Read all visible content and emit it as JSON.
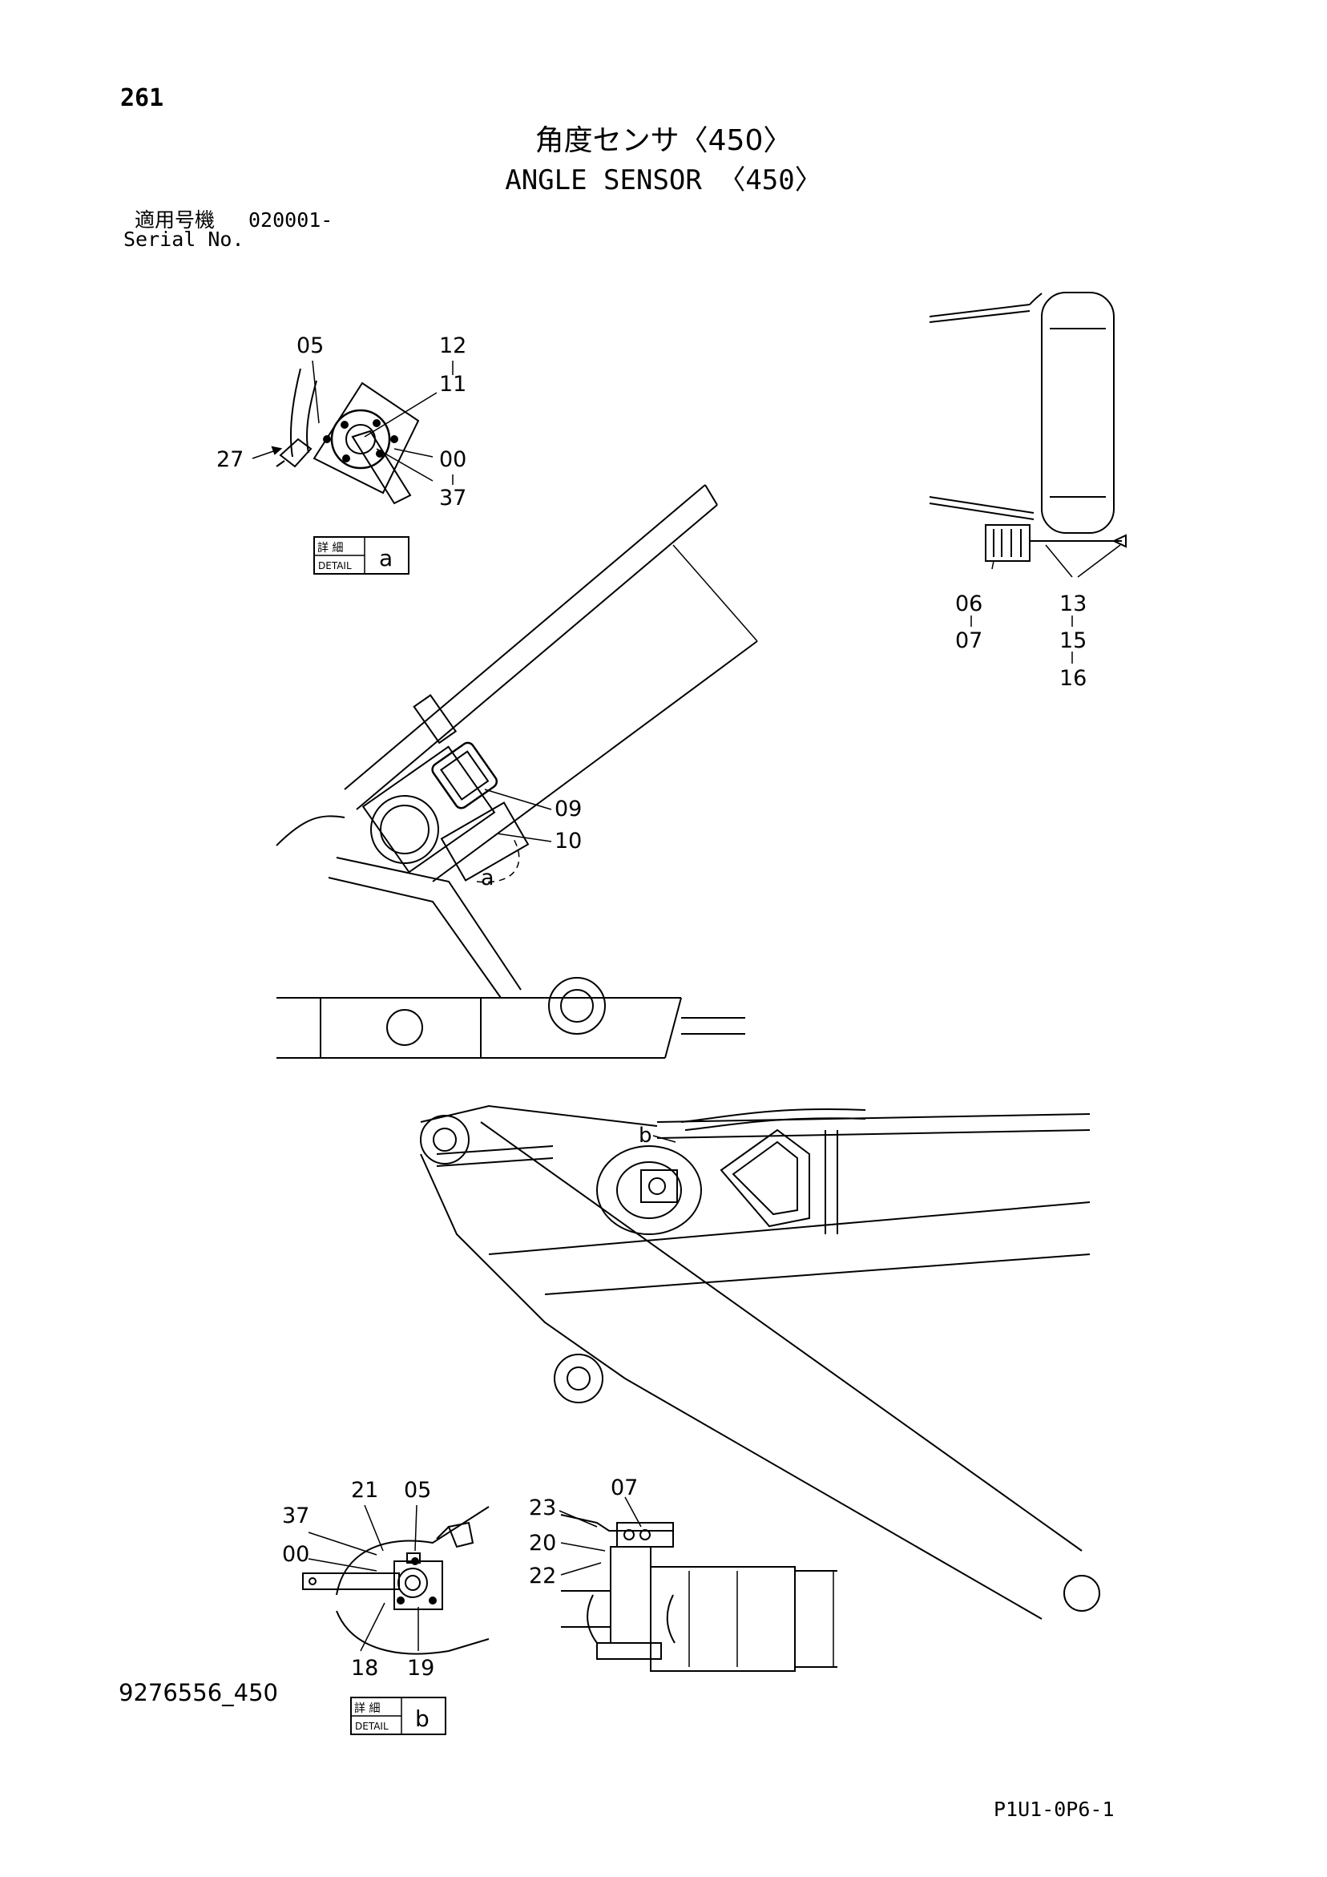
{
  "header": {
    "page_number": "261",
    "title_jp": "角度センサ〈450〉",
    "title_en": "ANGLE SENSOR 〈450〉",
    "serial_label_jp": "適用号機",
    "serial_value": "020001-",
    "serial_label_en": "Serial No."
  },
  "detail_a": {
    "labels": [
      "05",
      "12",
      "11",
      "27",
      "00",
      "37"
    ],
    "box_jp": "詳 細",
    "box_en": "DETAIL",
    "box_letter": "a"
  },
  "top_right_view": {
    "labels": [
      "06",
      "07",
      "13",
      "15",
      "16"
    ]
  },
  "main_view": {
    "labels": [
      "09",
      "10",
      "a"
    ]
  },
  "boom_view": {
    "labels": [
      "b"
    ]
  },
  "detail_b": {
    "labels": [
      "21",
      "05",
      "37",
      "00",
      "18",
      "19"
    ],
    "box_jp": "詳 細",
    "box_en": "DETAIL",
    "box_letter": "b"
  },
  "bottom_center_view": {
    "labels": [
      "23",
      "07",
      "20",
      "22"
    ]
  },
  "footer": {
    "drawing_number": "9276556_450",
    "page_code": "P1U1-0P6-1"
  }
}
